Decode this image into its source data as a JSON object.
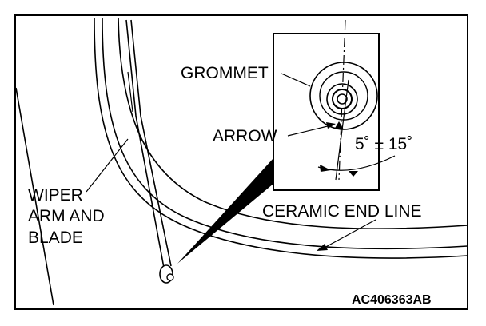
{
  "figure": {
    "labels": {
      "grommet": "GROMMET",
      "arrow": "ARROW",
      "angle": "5˚ ± 15˚",
      "wiper_line1": "WIPER",
      "wiper_line2": "ARM AND",
      "wiper_line3": "BLADE",
      "ceramic": "CERAMIC END LINE"
    },
    "code": "AC406363AB"
  }
}
